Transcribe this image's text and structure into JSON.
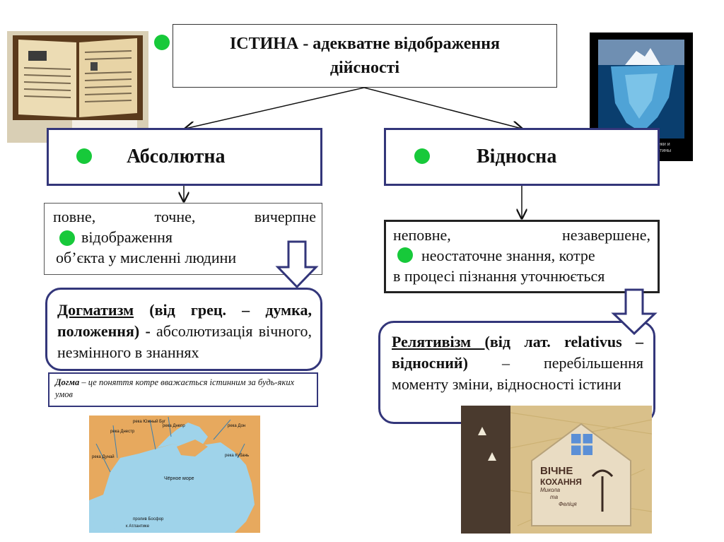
{
  "title": {
    "bold": "ІСТИНА",
    "rest": " - адекватне відображення дійсності"
  },
  "left": {
    "heading": "Абсолютна",
    "desc_line1": [
      "повне,",
      "точне,",
      "вичерпне"
    ],
    "desc_line2": "відображення",
    "desc_line3": "об’єкта у мисленні  людини",
    "term": "Догматизм",
    "term_rest": " (від грец. – думка, положення)",
    "term_dash": " - ",
    "term_def": "абсолютизація вічного, незмінного в знаннях",
    "note_term": "Догма",
    "note_text": " – це поняття котре вважається істинним за будь-яких умов"
  },
  "right": {
    "heading": "Відносна",
    "desc_line1": [
      "неповне,",
      "незавершене,"
    ],
    "desc_line2": "неостаточне знання, котре",
    "desc_line3": "в процесі пізнання уточнюється",
    "term": "Релятивізм ",
    "term_rest": "(від лат. relativus – відносний)",
    "term_def": " – перебільшення моменту зміни, відносності істини"
  },
  "map": {
    "labels": [
      "река Днестр",
      "река Южный Буг",
      "река Днепр",
      "река Дон",
      "река Дунай",
      "река Кубань",
      "Чёрное море",
      "пролив Босфор",
      "к Атлантике"
    ]
  },
  "iceberg": {
    "caption_line1": "Поверхностные оценки и",
    "caption_line2": "выводы далеки от истины"
  },
  "sign": {
    "line1": "ВІЧНЕ",
    "line2": "КОХАННЯ",
    "line3": "Микола",
    "line4": "та",
    "line5": "Фелiця"
  },
  "colors": {
    "accent_border": "#33367a",
    "dot": "#17c93a",
    "arrow_fill": "#ffffff",
    "arrow_stroke": "#33367a"
  }
}
